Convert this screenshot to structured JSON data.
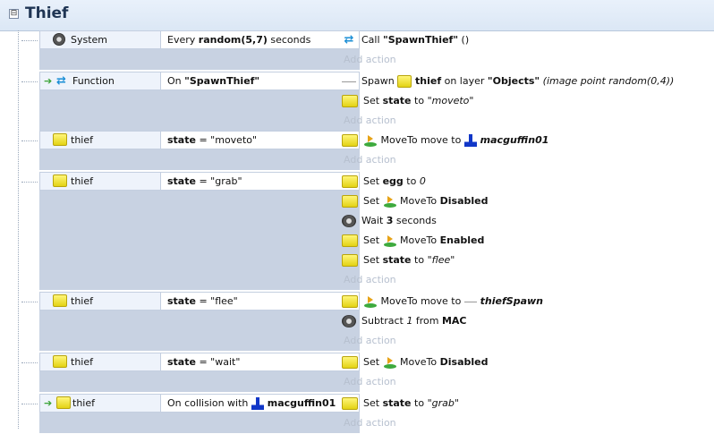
{
  "group": {
    "title": "Thief",
    "collapse_glyph": "⊟"
  },
  "add_action_label": "Add action",
  "events": [
    {
      "object": "System",
      "object_icon": "gear-icon",
      "condition": {
        "pre": "Every ",
        "bold": "random(5,7)",
        "post": " seconds"
      },
      "actions": [
        {
          "icon": "function-call-icon",
          "parts": [
            {
              "t": "Call "
            },
            {
              "b": "\"SpawnThief\""
            },
            {
              "t": " ()"
            }
          ]
        }
      ]
    },
    {
      "object": "Function",
      "object_icon": "function-icon",
      "trigger": true,
      "condition": {
        "pre": "On ",
        "bold": "\"SpawnThief\"",
        "post": ""
      },
      "actions": [
        {
          "icon": "line-icon",
          "parts": [
            {
              "t": "Spawn "
            },
            {
              "icon": "sprite-icon"
            },
            {
              "b": " thief"
            },
            {
              "t": " on layer "
            },
            {
              "b": "\"Objects\""
            },
            {
              "t": " "
            },
            {
              "i": "(image point random(0,4))"
            }
          ]
        },
        {
          "icon": "sprite-icon",
          "parts": [
            {
              "t": "Set "
            },
            {
              "b": "state"
            },
            {
              "t": " to "
            },
            {
              "i": "\"moveto\""
            }
          ]
        }
      ]
    },
    {
      "object": "thief",
      "object_icon": "sprite-icon",
      "condition": {
        "pre": "",
        "bold": "state",
        "post": " = \"moveto\""
      },
      "actions": [
        {
          "icon": "sprite-icon",
          "parts": [
            {
              "icon": "moveto-icon"
            },
            {
              "t": " MoveTo move to "
            },
            {
              "icon": "macguffin-icon"
            },
            {
              "bi": " macguffin01"
            }
          ]
        }
      ]
    },
    {
      "object": "thief",
      "object_icon": "sprite-icon",
      "condition": {
        "pre": "",
        "bold": "state",
        "post": " = \"grab\""
      },
      "actions": [
        {
          "icon": "sprite-icon",
          "parts": [
            {
              "t": "Set "
            },
            {
              "b": "egg"
            },
            {
              "t": " to "
            },
            {
              "i": "0"
            }
          ]
        },
        {
          "icon": "sprite-icon",
          "parts": [
            {
              "t": "Set "
            },
            {
              "icon": "moveto-icon"
            },
            {
              "t": " MoveTo "
            },
            {
              "b": "Disabled"
            }
          ]
        },
        {
          "icon": "gear-icon",
          "parts": [
            {
              "t": "Wait "
            },
            {
              "b": "3"
            },
            {
              "t": " seconds"
            }
          ]
        },
        {
          "icon": "sprite-icon",
          "parts": [
            {
              "t": "Set "
            },
            {
              "icon": "moveto-icon"
            },
            {
              "t": " MoveTo "
            },
            {
              "b": "Enabled"
            }
          ]
        },
        {
          "icon": "sprite-icon",
          "parts": [
            {
              "t": "Set "
            },
            {
              "b": "state"
            },
            {
              "t": " to "
            },
            {
              "i": "\"flee\""
            }
          ]
        }
      ]
    },
    {
      "object": "thief",
      "object_icon": "sprite-icon",
      "condition": {
        "pre": "",
        "bold": "state",
        "post": " = \"flee\""
      },
      "actions": [
        {
          "icon": "sprite-icon",
          "parts": [
            {
              "icon": "moveto-icon"
            },
            {
              "t": " MoveTo move to "
            },
            {
              "icon": "line-icon"
            },
            {
              "bi": " thiefSpawn"
            }
          ]
        },
        {
          "icon": "gear-icon",
          "parts": [
            {
              "t": "Subtract "
            },
            {
              "i": "1"
            },
            {
              "t": " from "
            },
            {
              "b": "MAC"
            }
          ]
        }
      ]
    },
    {
      "object": "thief",
      "object_icon": "sprite-icon",
      "condition": {
        "pre": "",
        "bold": "state",
        "post": " = \"wait\""
      },
      "actions": [
        {
          "icon": "sprite-icon",
          "parts": [
            {
              "t": "Set "
            },
            {
              "icon": "moveto-icon"
            },
            {
              "t": " MoveTo "
            },
            {
              "b": "Disabled"
            }
          ]
        }
      ]
    },
    {
      "object": "thief",
      "object_icon": "sprite-icon",
      "trigger": true,
      "condition": {
        "pre": "On collision with ",
        "icon": "macguffin-icon",
        "bold": " macguffin01",
        "post": ""
      },
      "actions": [
        {
          "icon": "sprite-icon",
          "parts": [
            {
              "t": "Set "
            },
            {
              "b": "state"
            },
            {
              "t": " to "
            },
            {
              "i": "\"grab\""
            }
          ]
        }
      ]
    }
  ]
}
